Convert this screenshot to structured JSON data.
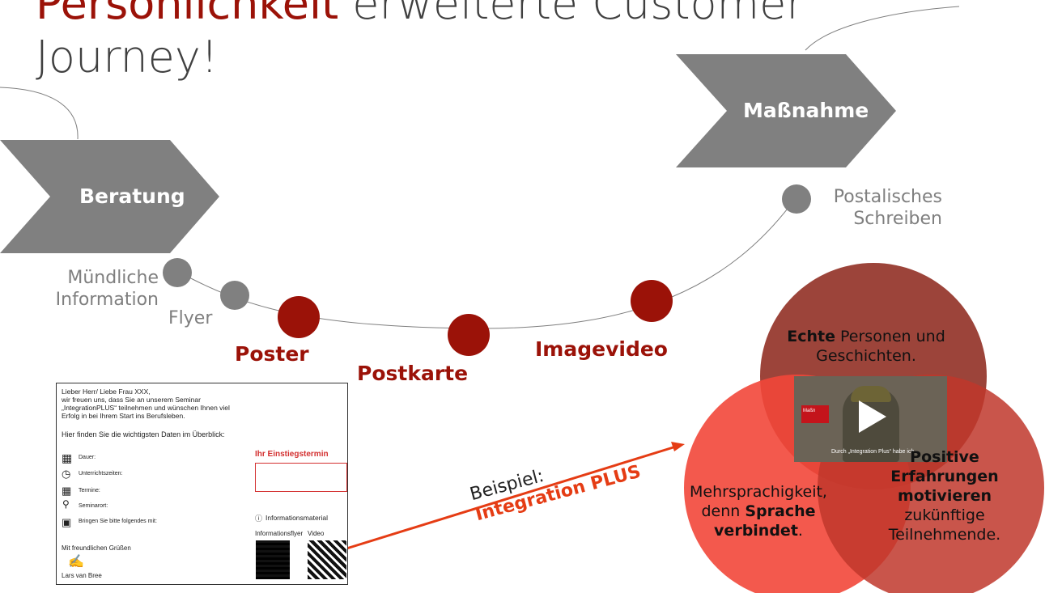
{
  "title": {
    "highlight": "Persönlichkeit",
    "rest_line1": " erweiterte Customer",
    "line2": "Journey!"
  },
  "chevrons": {
    "beratung": "Beratung",
    "massnahme": "Maßnahme"
  },
  "touchpoints": {
    "muendliche": "Mündliche\nInformation",
    "flyer": "Flyer",
    "poster": "Poster",
    "postkarte": "Postkarte",
    "imagevideo": "Imagevideo",
    "postalisch": "Postalisches\nSchreiben"
  },
  "letter": {
    "intro": [
      "Lieber Herr/ Liebe Frau XXX,",
      "wir freuen uns, dass Sie an unserem Seminar",
      "„IntegrationPLUS“ teilnehmen und wünschen Ihnen viel",
      "Erfolg in bei Ihrem Start ins Berufsleben."
    ],
    "overview": "Hier finden Sie die wichtigsten Daten im Überblick:",
    "fields": [
      "Dauer:",
      "Unterrichtszeiten:",
      "Termine:",
      "Seminarort:",
      "Bringen Sie bitte folgendes mit:"
    ],
    "termin_title": "Ihr Einstiegstermin",
    "info_label": "Informationsmaterial",
    "flyer_label": "Informationsflyer",
    "video_label": "Video",
    "greeting": "Mit freundlichen Grüßen",
    "signer": "Lars van Bree"
  },
  "beispiel": {
    "line1": "Beispiel:",
    "line2": "Integration PLUS"
  },
  "venn": {
    "top_bold": "Echte",
    "top_rest": " Personen und Geschichten.",
    "left_1": "Mehrsprachigkeit,",
    "left_2a": "denn ",
    "left_2b": "Sprache",
    "left_3a": "verbindet",
    "left_3b": ".",
    "right_bold": "Positive Erfahrungen motivieren",
    "right_rest": "zukünftige Teilnehmende."
  },
  "video": {
    "caption": "Durch „Integration Plus“ habe ich",
    "badge": "Maßn"
  },
  "colors": {
    "dark_red": "#9b1208",
    "gray_shape": "#808080",
    "circle_top": "#8e2a1f",
    "circle_left": "#f2473a",
    "circle_right": "#c0372c",
    "arrow": "#e53c14"
  }
}
